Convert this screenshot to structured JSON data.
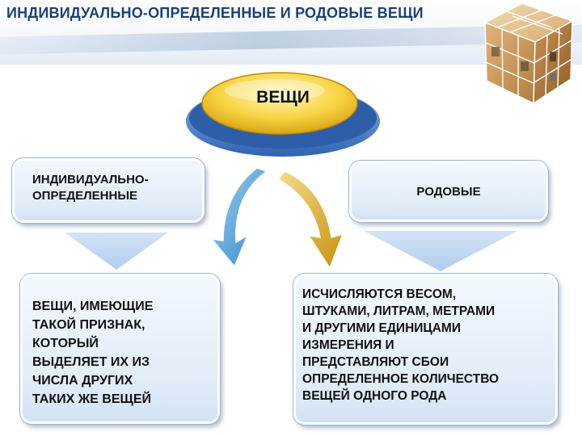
{
  "slide": {
    "title": "ИНДИВИДУАЛЬНО-ОПРЕДЕЛЕННЫЕ И РОДОВЫЕ ВЕЩИ",
    "center": {
      "label": "ВЕЩИ"
    },
    "left_box": {
      "label_line1": "ИНДИВИДУАЛЬНО-",
      "label_line2": "ОПРЕДЕЛЕННЫЕ"
    },
    "right_box": {
      "label": "РОДОВЫЕ"
    },
    "left_desc": {
      "lines": [
        "ВЕЩИ, ИМЕЮЩИЕ",
        "ТАКОЙ ПРИЗНАК,",
        "КОТОРЫЙ",
        "ВЫДЕЛЯЕТ ИХ ИЗ",
        "ЧИСЛА ДРУГИХ",
        "ТАКИХ ЖЕ ВЕЩЕЙ"
      ]
    },
    "right_desc": {
      "lines": [
        "ИСЧИСЛЯЮТСЯ ВЕСОМ,",
        "ШТУКАМИ, ЛИТРАМ, МЕТРАМИ",
        "И ДРУГИМИ ЕДИНИЦАМИ",
        "ИЗМЕРЕНИЯ И",
        "ПРЕДСТАВЛЯЮТ СБОИ",
        "ОПРЕДЕЛЕННОЕ КОЛИЧЕСТВО",
        "ВЕЩЕЙ ОДНОГО РОДА"
      ]
    }
  },
  "colors": {
    "title": "#1d3f7a",
    "ellipse_gold": "#f2c21a",
    "ellipse_blue": "#4f86d0",
    "arrow_left": "#4a9fd6",
    "arrow_right": "#d7a31c",
    "funnel": "#b9d4f1"
  },
  "icons": {
    "cube": "photo-cube-icon"
  }
}
